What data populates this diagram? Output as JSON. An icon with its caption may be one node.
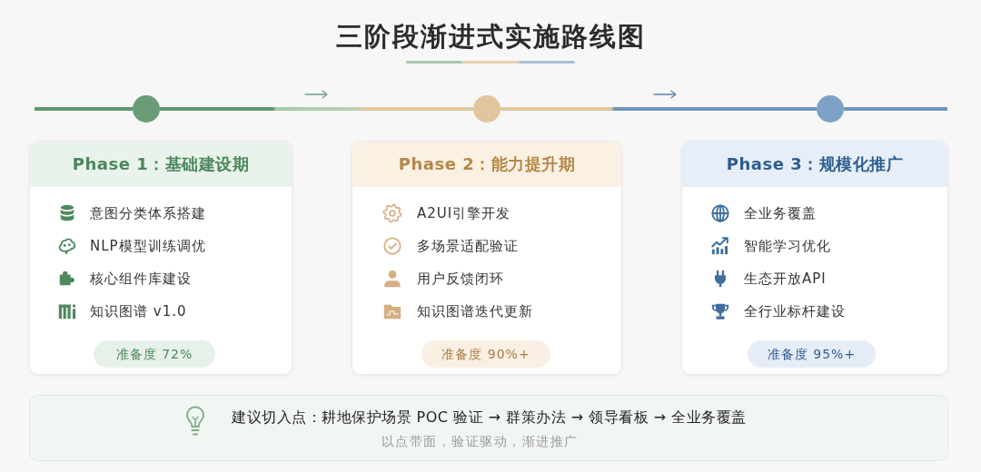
{
  "diagram": {
    "title": "三阶段渐进式实施路线图",
    "nodes": [
      {
        "text": [],
        "shape": "circle"
      },
      {
        "text": [],
        "shape": "circle"
      },
      {
        "text": [],
        "shape": "circle"
      },
      {
        "text": [
          "Phase 1：基础建设期",
          "意图分类体系搭建",
          "NLP模型训练调优",
          "核心组件库建设",
          "知识图谱 v1.0"
        ]
      },
      {
        "text": [
          "准备度 72%"
        ],
        "in": 3
      },
      {
        "text": [
          "Phase 2：能力提升期",
          "A2UI引擎开发",
          "多场景适配验证",
          "用户反馈闭环",
          "知识图谱迭代更新"
        ]
      },
      {
        "text": [
          "准备度 90%+"
        ],
        "in": 5
      },
      {
        "text": [
          "Phase 3：规模化推广",
          "全业务覆盖",
          "智能学习优化",
          "生态开放API",
          "全行业标杆建设"
        ]
      },
      {
        "text": [
          "准备度 95%+"
        ],
        "in": 7
      },
      {
        "text": [
          "建议切入点：耕地保护场景 POC 验证 → 群策办法 → 领导看板 → 全业务覆盖",
          "以点带面，验证驱动，渐进推广"
        ]
      }
    ],
    "edges": [
      {
        "from": null,
        "to": 0,
        "arrow": "none"
      },
      {
        "from": 0,
        "to": 1,
        "arrow": "none"
      },
      {
        "from": 1,
        "to": 2,
        "arrow": "none"
      },
      {
        "from": 2,
        "to": null,
        "arrow": "none"
      }
    ]
  }
}
